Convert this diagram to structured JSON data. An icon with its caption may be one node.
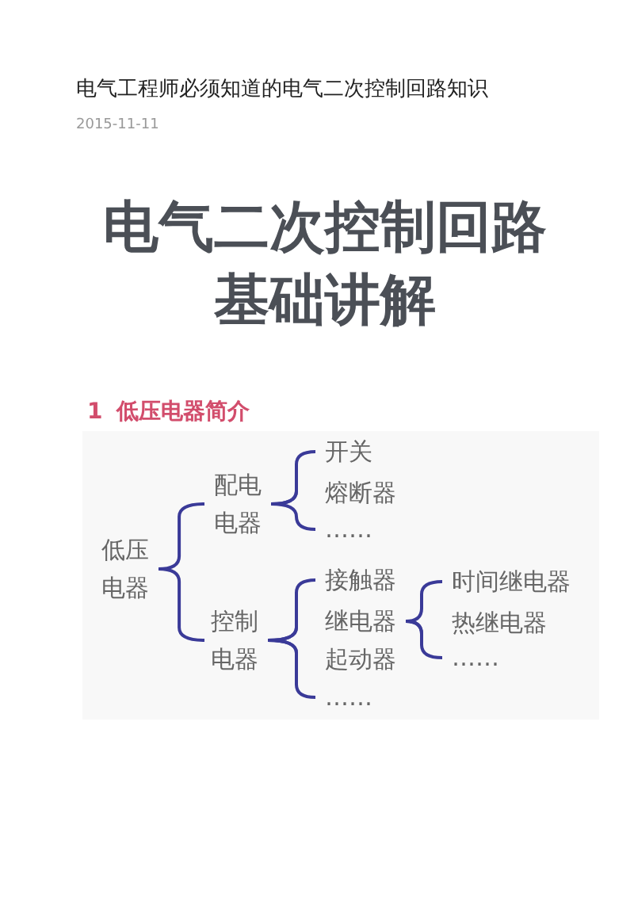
{
  "diagram": {
    "title": "电气工程师必须知道的电气二次控制回路知识",
    "nodes": [
      {
        "text": [
          "低压电器"
        ]
      },
      {
        "text": [
          "配电电器"
        ]
      },
      {
        "text": [
          "控制电器"
        ]
      },
      {
        "text": [
          "开关"
        ]
      },
      {
        "text": [
          "熔断器"
        ]
      },
      {
        "text": [
          "……"
        ]
      },
      {
        "text": [
          "接触器"
        ]
      },
      {
        "text": [
          "继电器"
        ]
      },
      {
        "text": [
          "起动器"
        ]
      },
      {
        "text": [
          "……"
        ]
      },
      {
        "text": [
          "时间继电器"
        ]
      },
      {
        "text": [
          "热继电器"
        ]
      },
      {
        "text": [
          "……"
        ]
      }
    ],
    "edges": [
      {
        "from": 0,
        "to": 1,
        "arrow": "none"
      },
      {
        "from": 0,
        "to": 2,
        "arrow": "none"
      },
      {
        "from": 1,
        "to": 3,
        "arrow": "none"
      },
      {
        "from": 1,
        "to": 4,
        "arrow": "none"
      },
      {
        "from": 1,
        "to": 5,
        "arrow": "none"
      },
      {
        "from": 2,
        "to": 6,
        "arrow": "none"
      },
      {
        "from": 2,
        "to": 7,
        "arrow": "none"
      },
      {
        "from": 2,
        "to": 8,
        "arrow": "none"
      },
      {
        "from": 2,
        "to": 9,
        "arrow": "none"
      },
      {
        "from": 7,
        "to": 10,
        "arrow": "none"
      },
      {
        "from": 7,
        "to": 11,
        "arrow": "none"
      },
      {
        "from": 7,
        "to": 12,
        "arrow": "none"
      }
    ],
    "labels": [
      "2015-11-11",
      "电气二次控制回路基础讲解",
      "1 低压电器简介"
    ]
  }
}
